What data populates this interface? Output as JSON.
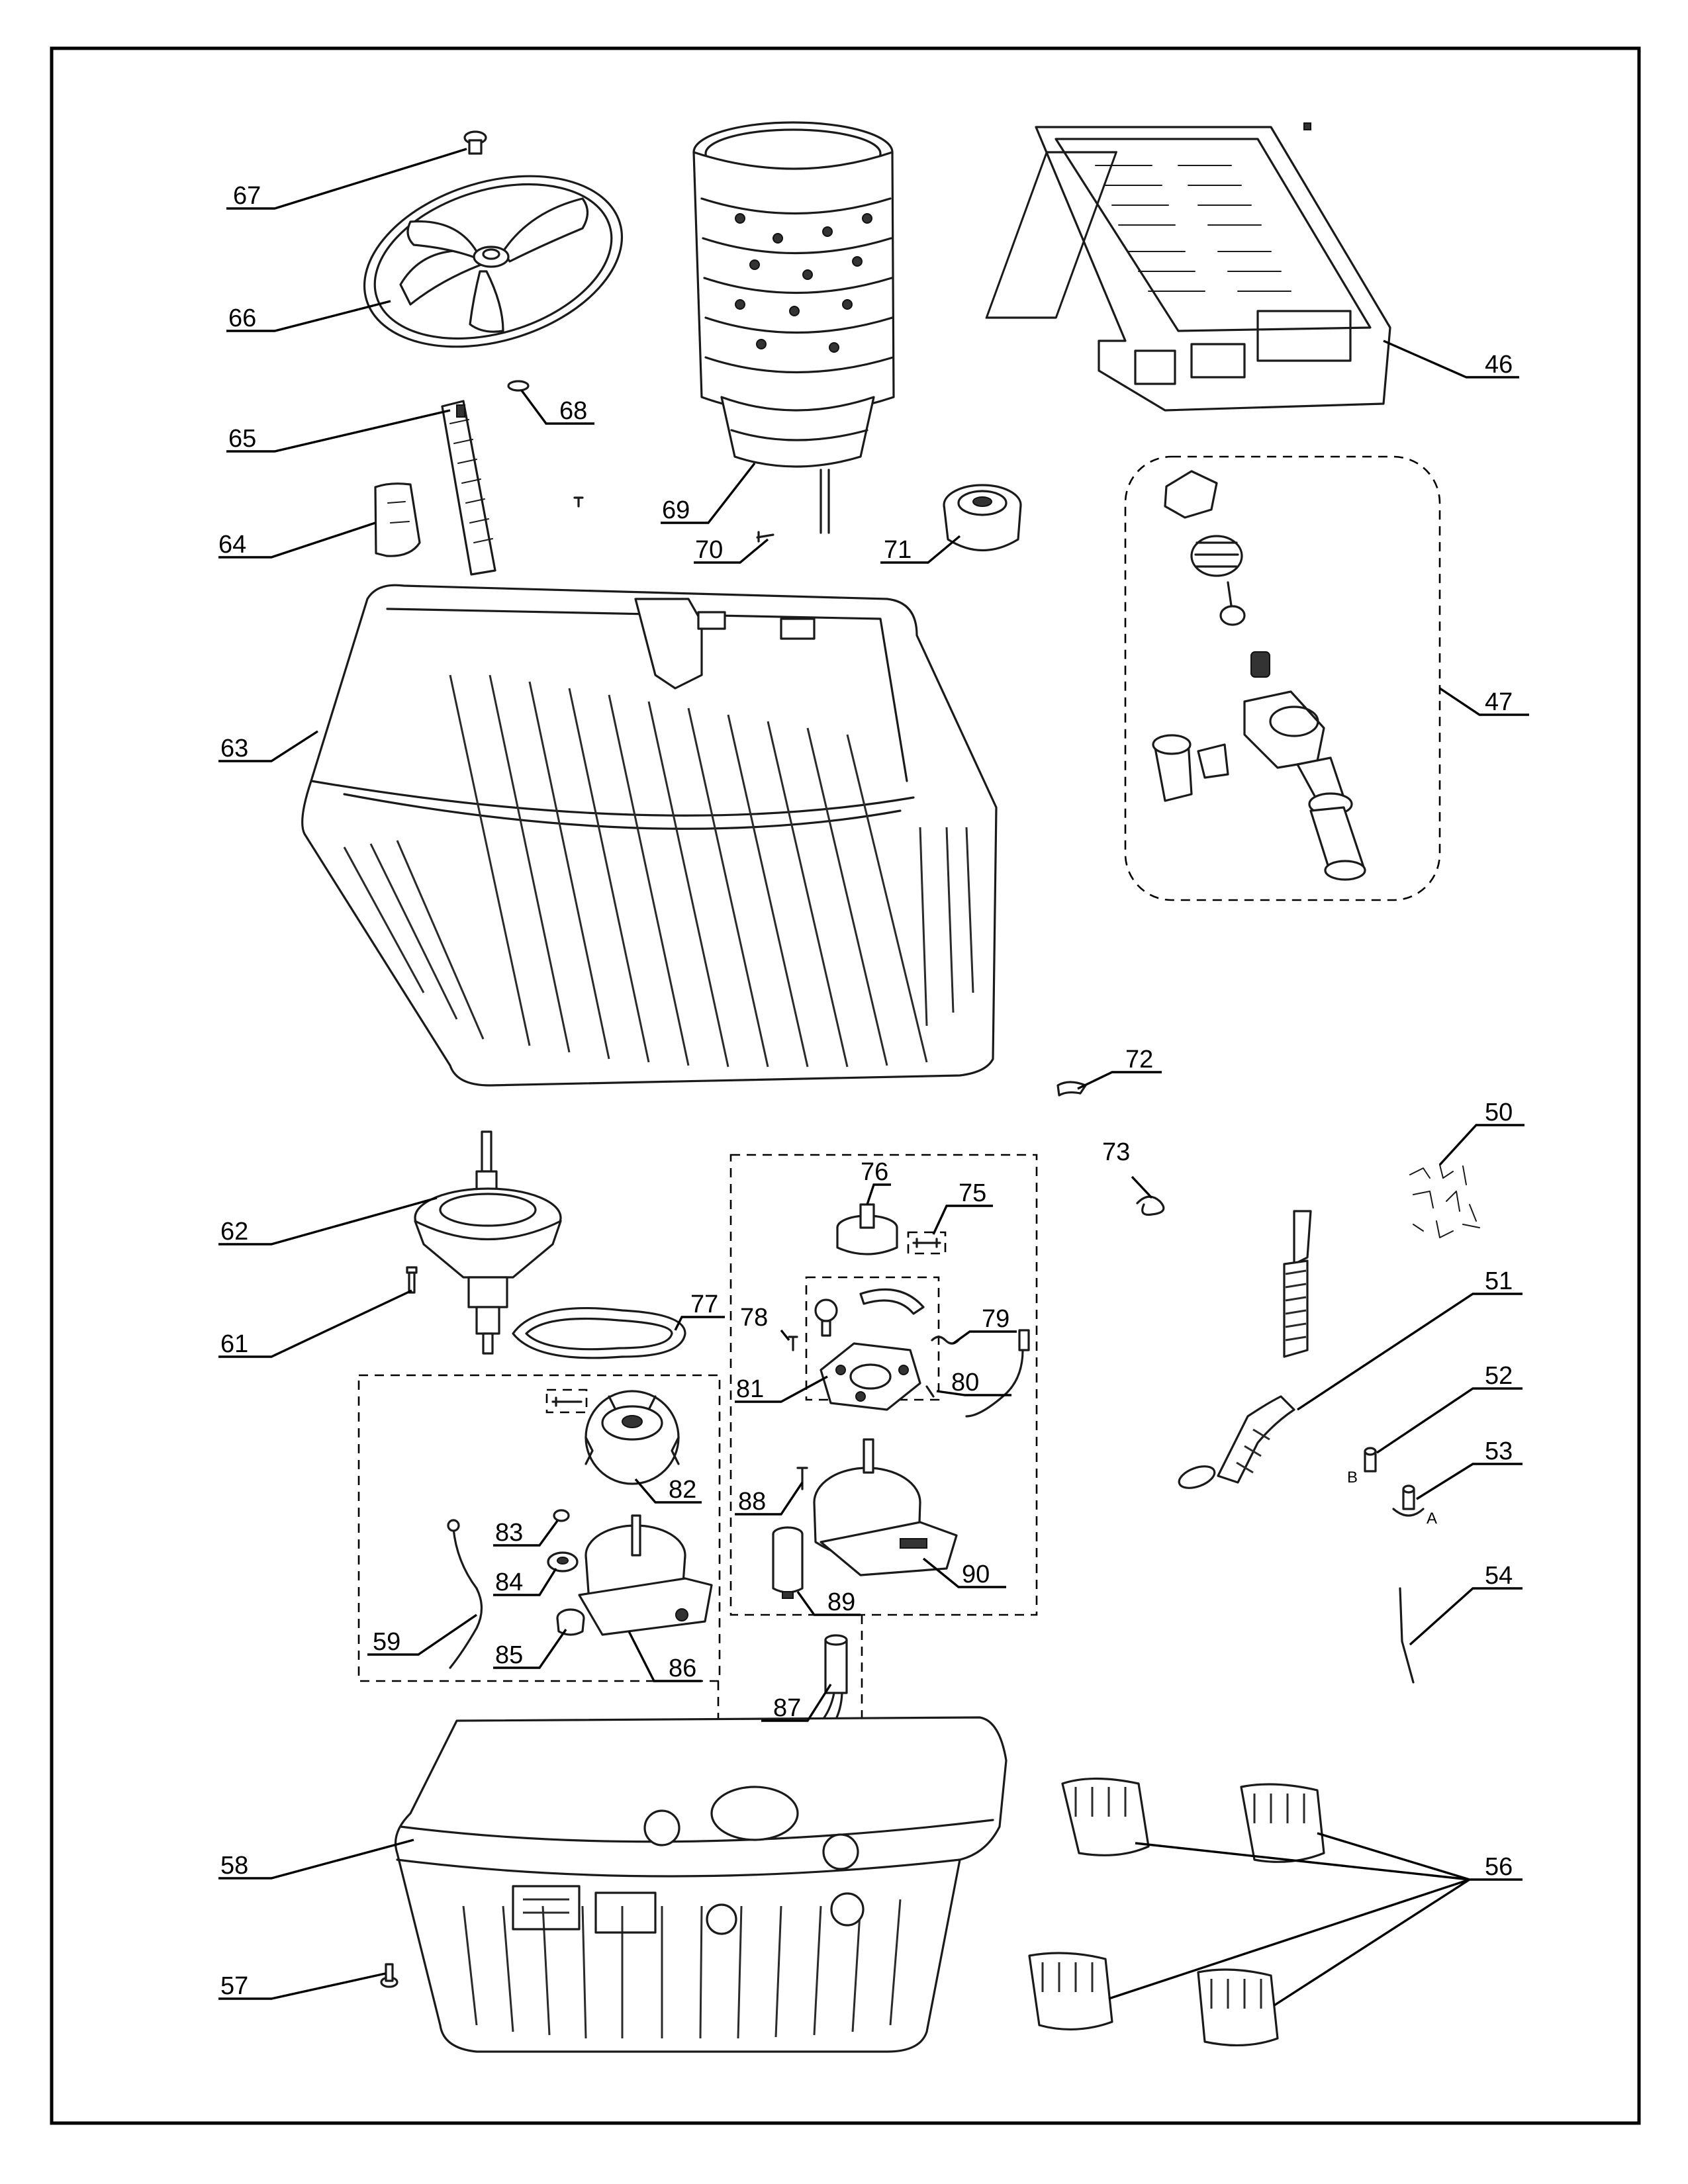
{
  "callouts": [
    "46",
    "47",
    "50",
    "51",
    "52",
    "53",
    "54",
    "56",
    "57",
    "58",
    "59",
    "61",
    "62",
    "64",
    "65",
    "66",
    "67",
    "68",
    "69",
    "70",
    "71",
    "72",
    "73",
    "75",
    "76",
    "77",
    "78",
    "79",
    "80",
    "81",
    "82",
    "83",
    "84",
    "85",
    "86",
    "87",
    "88",
    "89",
    "90",
    "63"
  ],
  "markers": {
    "b": "B",
    "a": "A"
  }
}
